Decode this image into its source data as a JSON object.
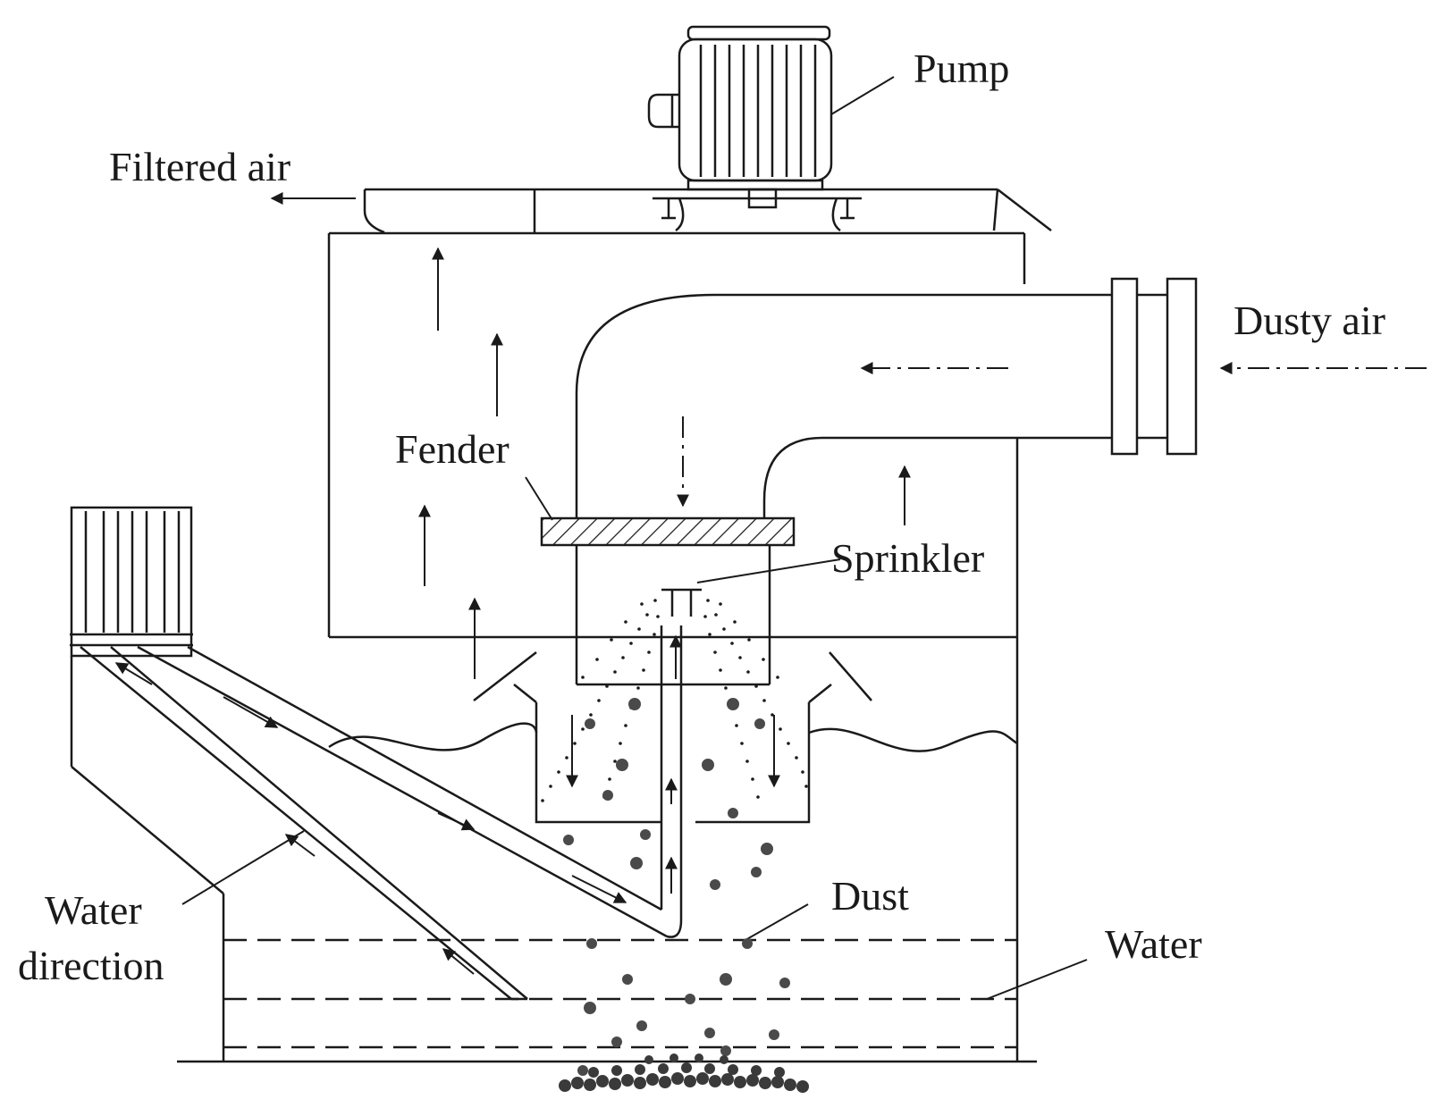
{
  "labels": {
    "pump": "Pump",
    "filtered_air": "Filtered air",
    "dusty_air": "Dusty air",
    "fender": "Fender",
    "sprinkler": "Sprinkler",
    "water_direction_line1": "Water",
    "water_direction_line2": "direction",
    "dust": "Dust",
    "water": "Water"
  },
  "colors": {
    "ink": "#1a1a1a",
    "dust": "#4a4a4a",
    "background": "#ffffff"
  }
}
